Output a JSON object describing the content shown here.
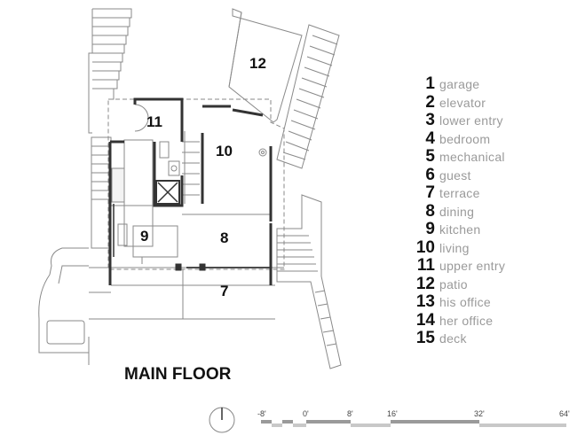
{
  "title": "MAIN FLOOR",
  "rooms": [
    {
      "num": "12"
    },
    {
      "num": "11"
    },
    {
      "num": "10"
    },
    {
      "num": "9"
    },
    {
      "num": "8"
    },
    {
      "num": "7"
    }
  ],
  "legend": [
    {
      "num": "1",
      "label": "garage"
    },
    {
      "num": "2",
      "label": "elevator"
    },
    {
      "num": "3",
      "label": "lower entry"
    },
    {
      "num": "4",
      "label": "bedroom"
    },
    {
      "num": "5",
      "label": "mechanical"
    },
    {
      "num": "6",
      "label": "guest"
    },
    {
      "num": "7",
      "label": "terrace"
    },
    {
      "num": "8",
      "label": "dining"
    },
    {
      "num": "9",
      "label": "kitchen"
    },
    {
      "num": "10",
      "label": "living"
    },
    {
      "num": "11",
      "label": "upper entry"
    },
    {
      "num": "12",
      "label": "patio"
    },
    {
      "num": "13",
      "label": "his office"
    },
    {
      "num": "14",
      "label": "her office"
    },
    {
      "num": "15",
      "label": "deck"
    }
  ],
  "scale": {
    "labels": [
      "-8'",
      "0'",
      "8'",
      "16'",
      "32'",
      "64'"
    ]
  }
}
